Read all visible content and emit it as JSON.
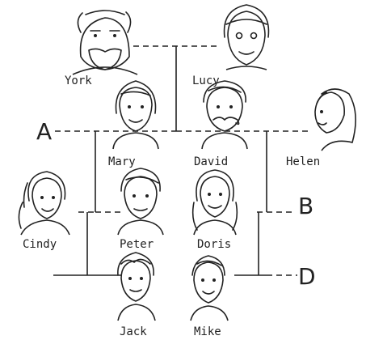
{
  "people": {
    "york": "York",
    "lucy": "Lucy",
    "mary": "Mary",
    "david": "David",
    "helen": "Helen",
    "cindy": "Cindy",
    "peter": "Peter",
    "doris": "Doris",
    "jack": "Jack",
    "mike": "Mike"
  },
  "markers": {
    "a": "A",
    "b": "B",
    "d": "D"
  }
}
